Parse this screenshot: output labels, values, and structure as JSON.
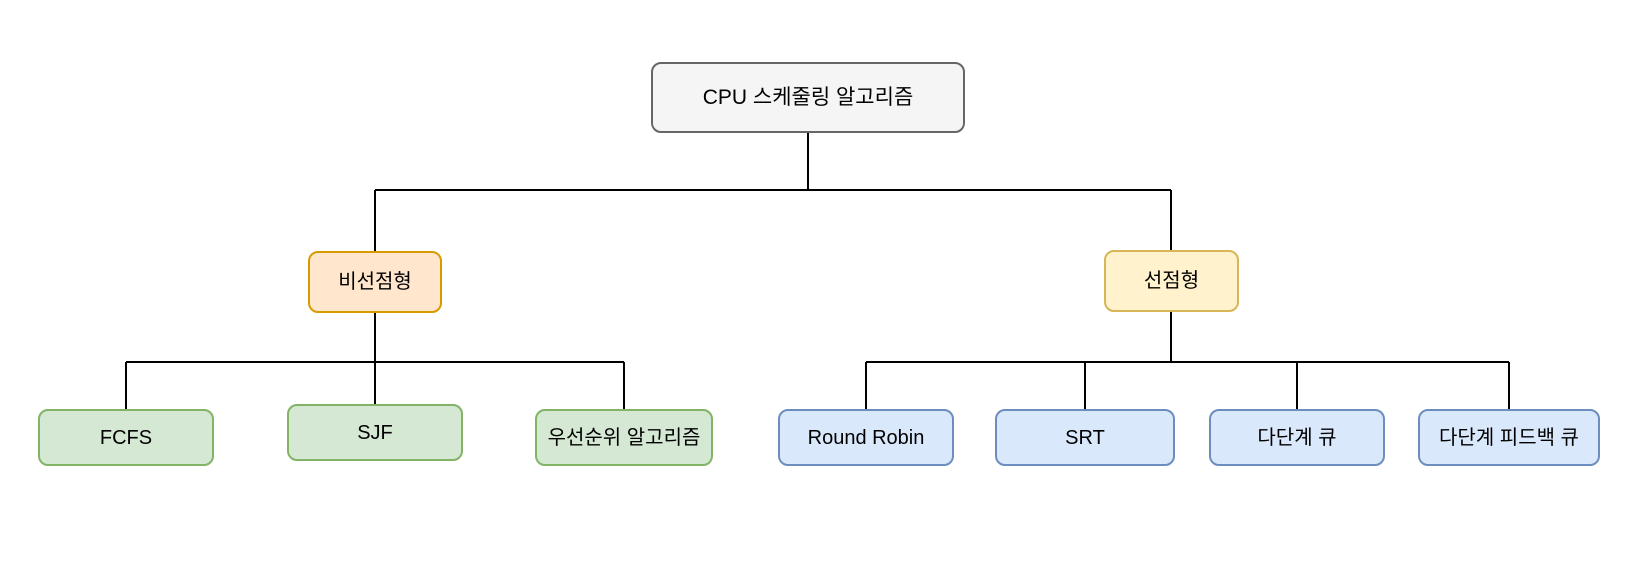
{
  "background": "#ffffff",
  "edge_color": "#000000",
  "nodes": {
    "root": {
      "label": "CPU 스케줄링 알고리즘",
      "fill": "#f5f5f5",
      "border": "#666666"
    },
    "nonpreemptive": {
      "label": "비선점형",
      "fill": "#ffe6cc",
      "border": "#d79b00"
    },
    "preemptive": {
      "label": "선점형",
      "fill": "#fff2cc",
      "border": "#d6b656"
    },
    "fcfs": {
      "label": "FCFS",
      "fill": "#d5e8d4",
      "border": "#82b366"
    },
    "sjf": {
      "label": "SJF",
      "fill": "#d5e8d4",
      "border": "#82b366"
    },
    "priority": {
      "label": "우선순위 알고리즘",
      "fill": "#d5e8d4",
      "border": "#82b366"
    },
    "round_robin": {
      "label": "Round Robin",
      "fill": "#dae8fc",
      "border": "#6c8ebf"
    },
    "srt": {
      "label": "SRT",
      "fill": "#dae8fc",
      "border": "#6c8ebf"
    },
    "multilevel_queue": {
      "label": "다단계 큐",
      "fill": "#dae8fc",
      "border": "#6c8ebf"
    },
    "multilevel_feedback_queue": {
      "label": "다단계 피드백 큐",
      "fill": "#dae8fc",
      "border": "#6c8ebf"
    }
  },
  "hierarchy": [
    [
      "root",
      "nonpreemptive"
    ],
    [
      "root",
      "preemptive"
    ],
    [
      "nonpreemptive",
      "fcfs"
    ],
    [
      "nonpreemptive",
      "sjf"
    ],
    [
      "nonpreemptive",
      "priority"
    ],
    [
      "preemptive",
      "round_robin"
    ],
    [
      "preemptive",
      "srt"
    ],
    [
      "preemptive",
      "multilevel_queue"
    ],
    [
      "preemptive",
      "multilevel_feedback_queue"
    ]
  ]
}
